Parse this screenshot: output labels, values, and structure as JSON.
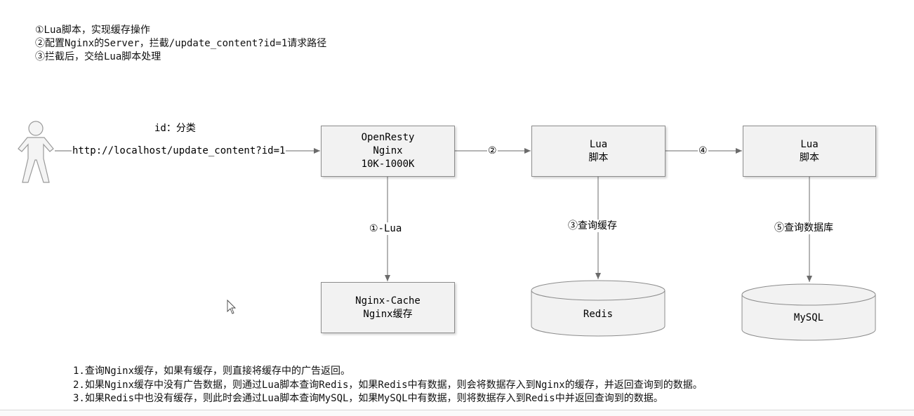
{
  "top_notes": [
    "①Lua脚本，实现缓存操作",
    "②配置Nginx的Server，拦截/update_content?id=1请求路径",
    "③拦截后，交给Lua脚本处理"
  ],
  "request": {
    "param_label": "id：分类",
    "url": "http://localhost/update_content?id=1"
  },
  "boxes": {
    "openresty": [
      "OpenResty",
      "Nginx",
      "10K-1000K"
    ],
    "lua_1": [
      "Lua",
      "脚本"
    ],
    "lua_2": [
      "Lua",
      "脚本"
    ],
    "nginx_cache": [
      "Nginx-Cache",
      "Nginx缓存"
    ]
  },
  "databases": {
    "redis": "Redis",
    "mysql": "MySQL"
  },
  "edges": {
    "nginx_to_lua1": "②",
    "lua1_to_lua2": "④",
    "nginx_to_cache": "①-Lua",
    "lua1_to_redis": "③查询缓存",
    "lua2_to_mysql": "⑤查询数据库"
  },
  "bottom_notes": [
    "1.查询Nginx缓存，如果有缓存，则直接将缓存中的广告返回。",
    "2.如果Nginx缓存中没有广告数据，则通过Lua脚本查询Redis，如果Redis中有数据，则会将数据存入到Nginx的缓存，并返回查询到的数据。",
    "3.如果Redis中也没有缓存，则此时会通过Lua脚本查询MySQL，如果MySQL中有数据，则将数据存入到Redis中并返回查询到的数据。"
  ],
  "colors": {
    "box_fill": "#f2f2f2",
    "box_border": "#8c8c8c",
    "line": "#6b6b6b"
  }
}
